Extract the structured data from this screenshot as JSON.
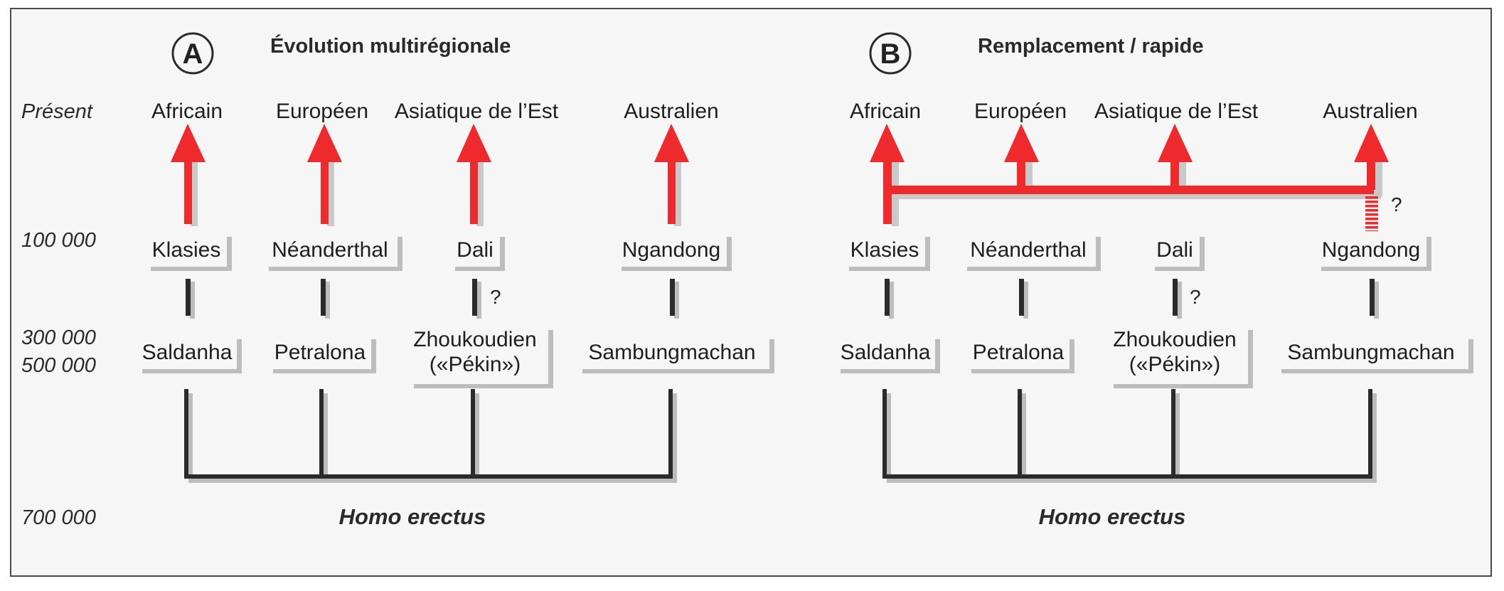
{
  "time_axis": [
    "Présent",
    "100 000",
    "300 000",
    "500 000",
    "700 000"
  ],
  "panels": [
    {
      "letter": "A",
      "title": "Évolution multirégionale",
      "present": [
        "Africain",
        "Européen",
        "Asiatique de l’Est",
        "Australien"
      ],
      "level_100k": [
        "Klasies",
        "Néanderthal",
        "Dali",
        "Ngandong"
      ],
      "level_300k": [
        "Saldanha",
        "Petralona",
        "Zhoukoudien",
        "Sambungmachan"
      ],
      "level_300k_sub": "(«Pékin»)",
      "uncertain": "?",
      "base": "Homo erectus"
    },
    {
      "letter": "B",
      "title": "Remplacement / rapide",
      "present": [
        "Africain",
        "Européen",
        "Asiatique de l’Est",
        "Australien"
      ],
      "level_100k": [
        "Klasies",
        "Néanderthal",
        "Dali",
        "Ngandong"
      ],
      "level_300k": [
        "Saldanha",
        "Petralona",
        "Zhoukoudien",
        "Sambungmachan"
      ],
      "level_300k_sub": "(«Pékin»)",
      "uncertain": "?",
      "uncertain_2": "?",
      "base": "Homo erectus"
    }
  ],
  "colors": {
    "arrow": "#ee2a2c",
    "line": "#2b2b2b",
    "shadow": "#b9b9b9",
    "box": "#f6f6f6"
  }
}
